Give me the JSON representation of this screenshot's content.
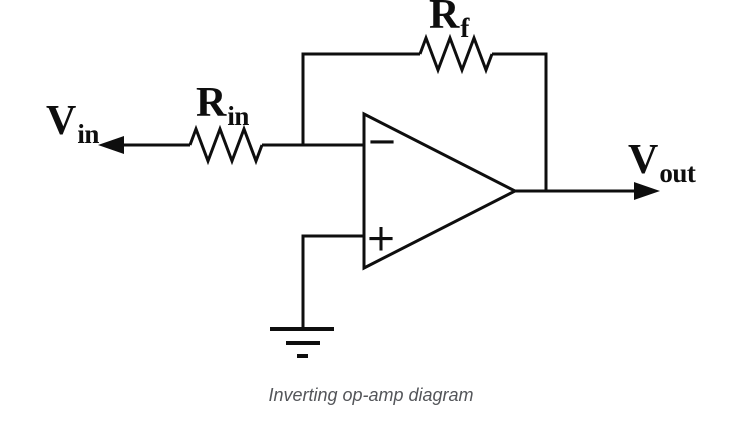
{
  "figure": {
    "caption": "Inverting op-amp diagram"
  },
  "labels": {
    "vin": {
      "main": "V",
      "sub": "in"
    },
    "rin": {
      "main": "R",
      "sub": "in"
    },
    "rf": {
      "main": "R",
      "sub": "f"
    },
    "vout": {
      "main": "V",
      "sub": "out"
    }
  },
  "opamp": {
    "inverting_symbol": "−",
    "noninverting_symbol": "+"
  },
  "colors": {
    "line": "#0e0e0e",
    "caption_text": "#54565a",
    "background": "#ffffff"
  }
}
